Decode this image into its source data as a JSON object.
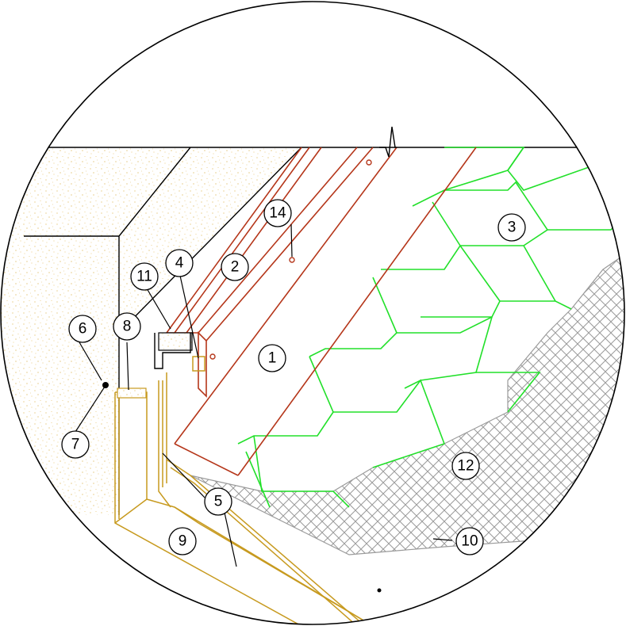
{
  "callouts": [
    {
      "id": "c1",
      "label": "1"
    },
    {
      "id": "c2",
      "label": "2"
    },
    {
      "id": "c3",
      "label": "3"
    },
    {
      "id": "c4",
      "label": "4"
    },
    {
      "id": "c5",
      "label": "5"
    },
    {
      "id": "c6",
      "label": "6"
    },
    {
      "id": "c7",
      "label": "7"
    },
    {
      "id": "c8",
      "label": "8"
    },
    {
      "id": "c9",
      "label": "9"
    },
    {
      "id": "c10",
      "label": "10"
    },
    {
      "id": "c11",
      "label": "11"
    },
    {
      "id": "c12",
      "label": "12"
    },
    {
      "id": "c14",
      "label": "14"
    }
  ],
  "colors": {
    "slate_flashing": "#b5361a",
    "slates": "#22e02a",
    "membrane": "#c79a1f",
    "insulation": "#e8c46a",
    "mesh": "#9a9a9a",
    "outline": "#000000"
  }
}
